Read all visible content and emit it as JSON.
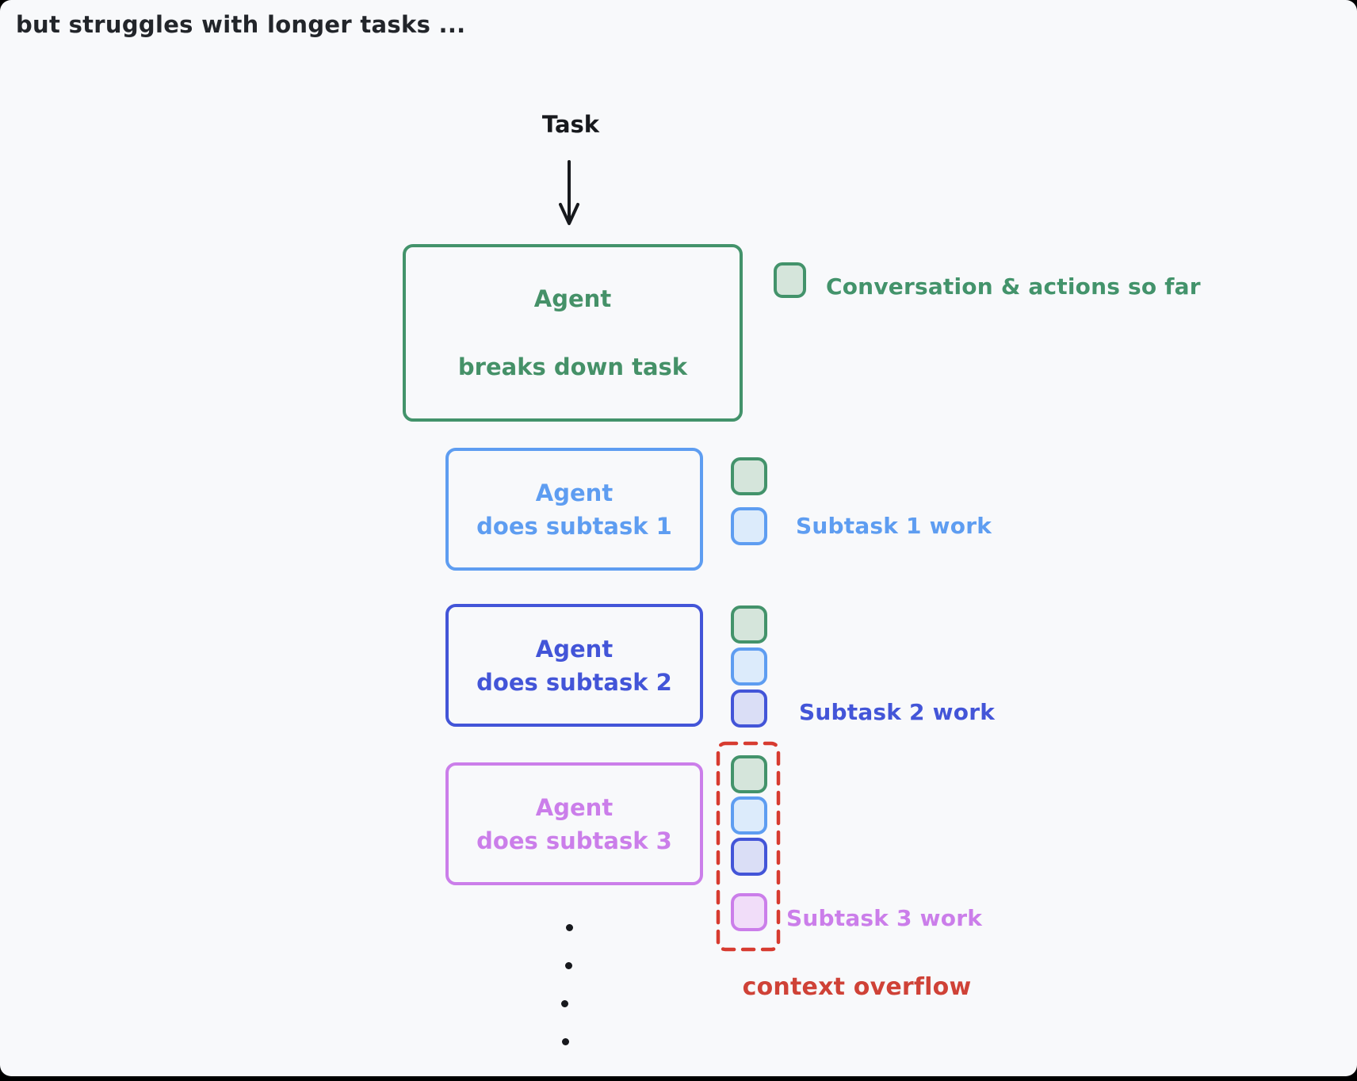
{
  "page": {
    "title": "but struggles with longer tasks ..."
  },
  "flow": {
    "task_label": "Task",
    "planner_box": {
      "line1": "Agent",
      "line2": "breaks down task"
    },
    "legend": {
      "label": "Conversation & actions so far"
    },
    "subtasks": [
      {
        "line1": "Agent",
        "line2": "does subtask 1",
        "work_label": "Subtask 1 work"
      },
      {
        "line1": "Agent",
        "line2": "does subtask 2",
        "work_label": "Subtask 2 work"
      },
      {
        "line1": "Agent",
        "line2": "does subtask 3",
        "work_label": "Subtask 3 work"
      }
    ],
    "overflow_label": "context overflow"
  },
  "colors": {
    "background": "#f8f9fb",
    "ink": "#17191d",
    "green_stroke": "#43936b",
    "green_fill": "#d5e5db",
    "blue_stroke": "#5e9df1",
    "blue_fill": "#dcebfb",
    "indigo_stroke": "#4355d8",
    "indigo_fill": "#dadef6",
    "purple_stroke": "#cb7eea",
    "purple_fill": "#f1ddf9",
    "red_dashed_stroke": "#d73b30",
    "red_text": "#cf4237"
  }
}
